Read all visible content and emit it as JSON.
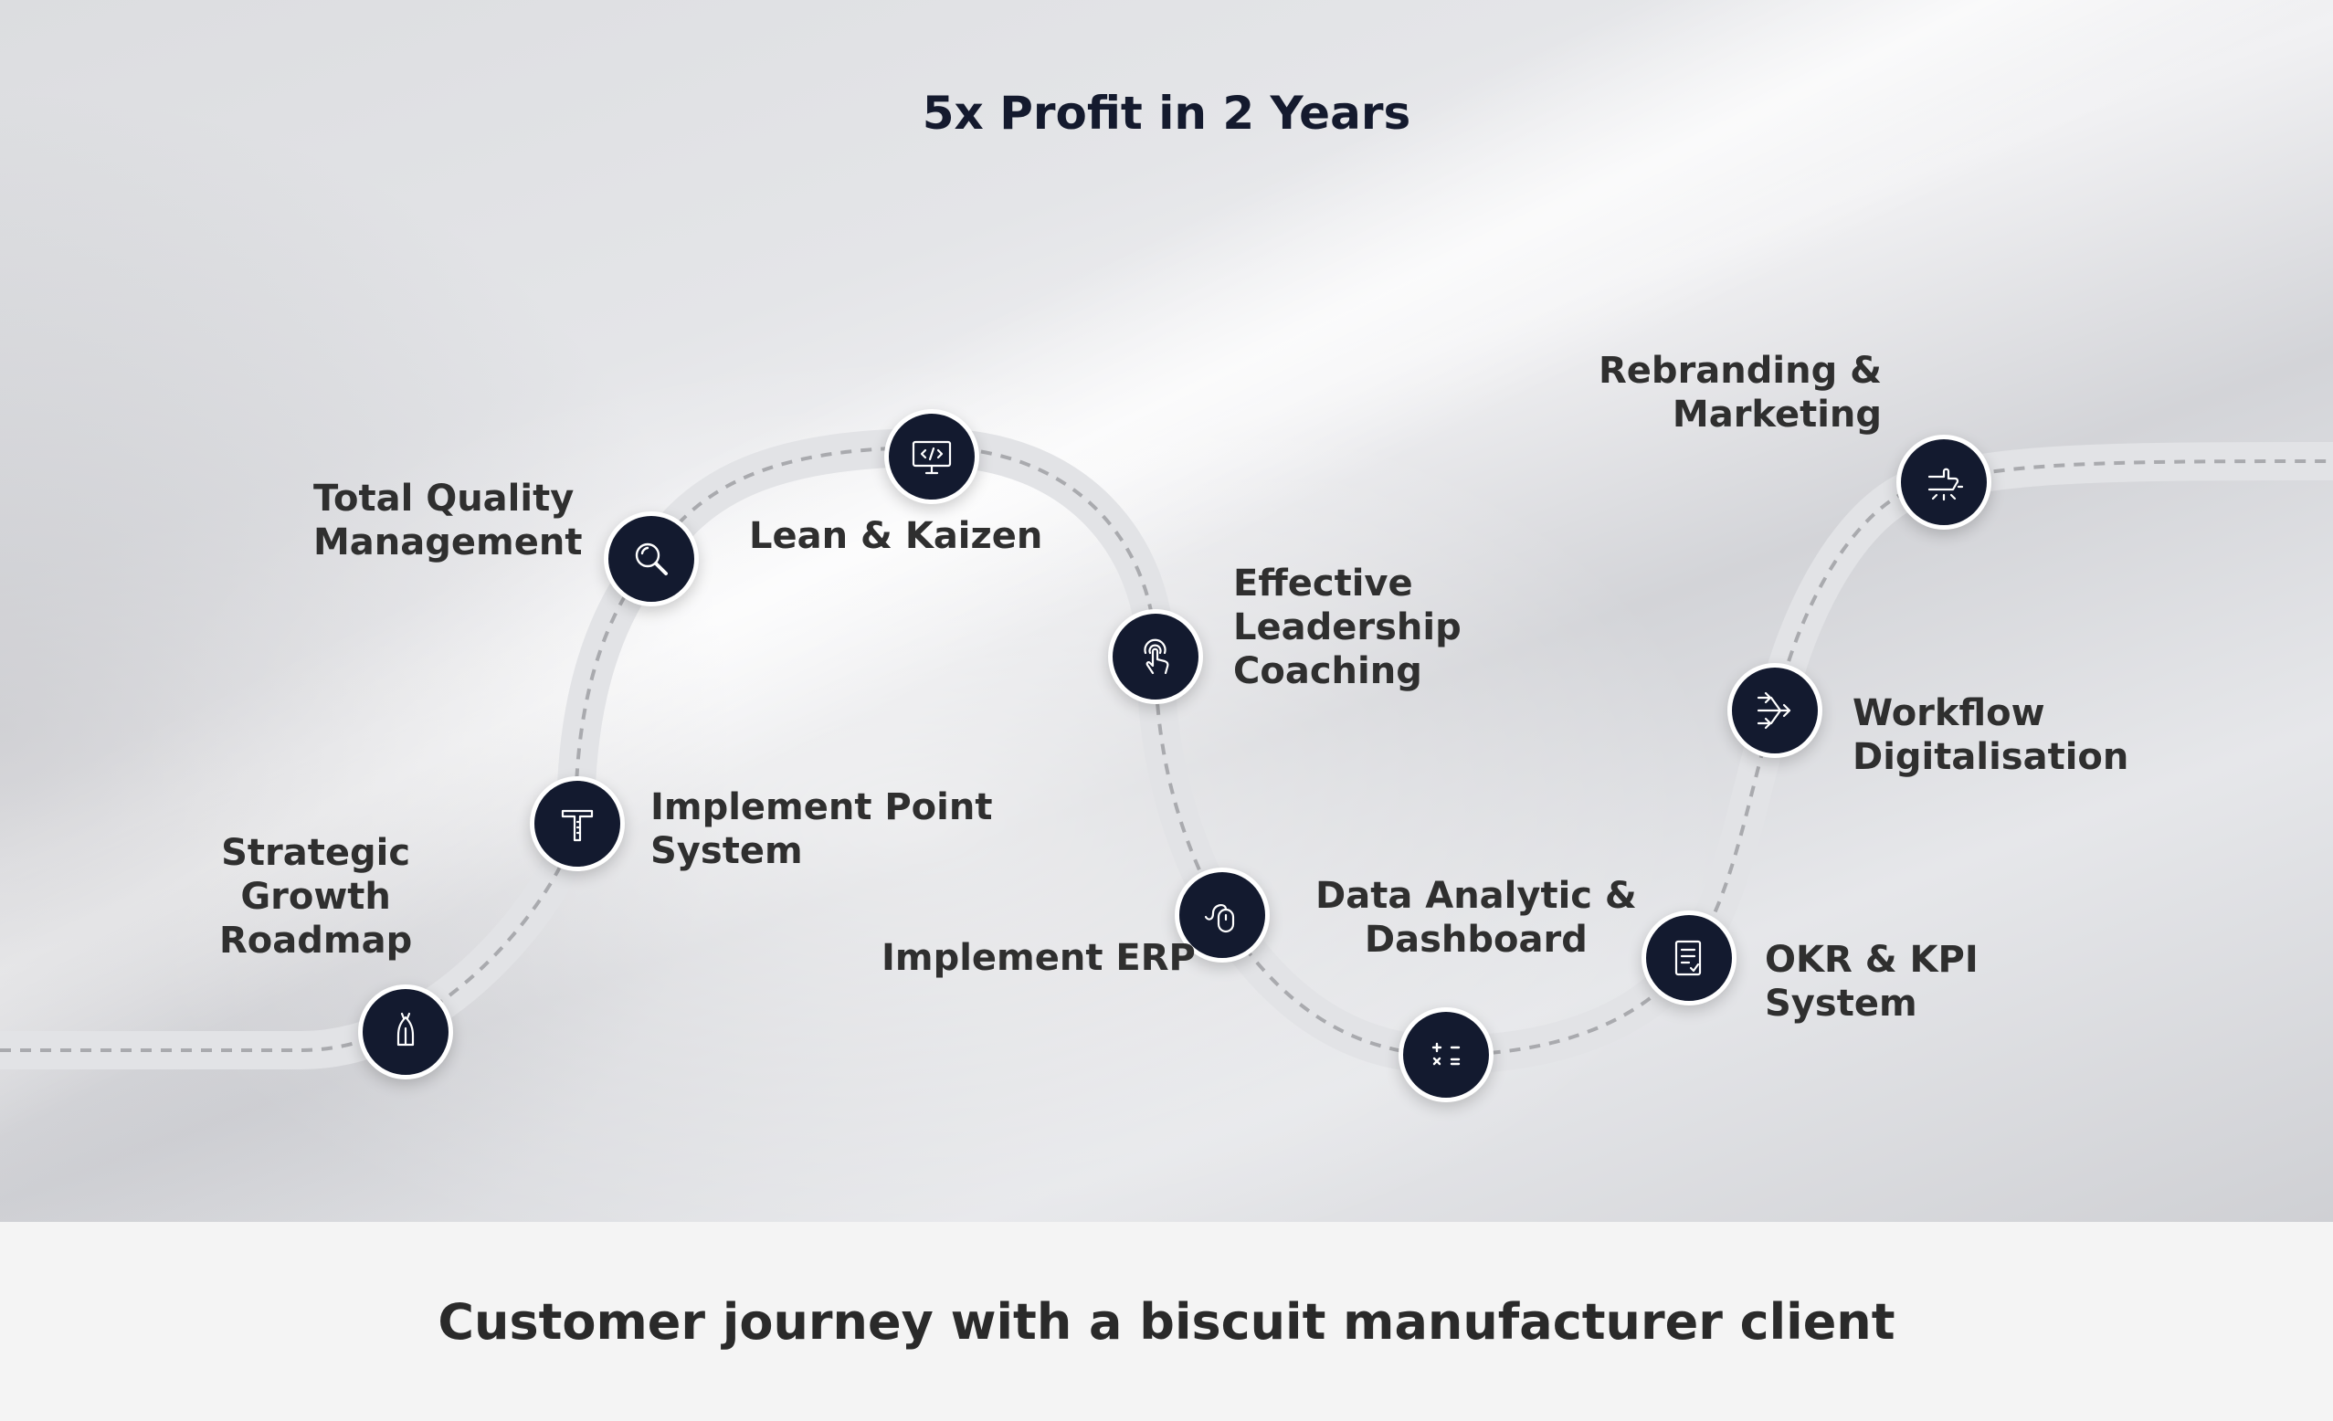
{
  "headline": "5x Profit in 2 Years",
  "footer": "Customer journey with a biscuit manufacturer client",
  "colors": {
    "node_fill": "#131a2f",
    "node_ring": "#ffffff",
    "text": "#2f2f2f",
    "headline": "#141a2e",
    "track": "#e2e3e6",
    "dash": "#a9aaae",
    "footer_bg": "#f4f4f4"
  },
  "steps": [
    {
      "id": "strategic-growth-roadmap",
      "icon": "rocket-icon",
      "lines": [
        "Strategic",
        "Growth",
        "Roadmap"
      ]
    },
    {
      "id": "implement-point-system",
      "icon": "ruler-icon",
      "lines": [
        "Implement Point",
        "System"
      ]
    },
    {
      "id": "total-quality-management",
      "icon": "magnifier-icon",
      "lines": [
        "Total Quality",
        "Management"
      ]
    },
    {
      "id": "lean-kaizen",
      "icon": "monitor-code-icon",
      "lines": [
        "Lean & Kaizen"
      ]
    },
    {
      "id": "effective-leadership-coaching",
      "icon": "touch-hand-icon",
      "lines": [
        "Effective",
        "Leadership",
        "Coaching"
      ]
    },
    {
      "id": "implement-erp",
      "icon": "mouse-icon",
      "lines": [
        "Implement ERP"
      ]
    },
    {
      "id": "data-analytic-dashboard",
      "icon": "calculator-symbols-icon",
      "lines": [
        "Data Analytic &",
        "Dashboard"
      ]
    },
    {
      "id": "okr-kpi-system",
      "icon": "checklist-icon",
      "lines": [
        "OKR & KPI",
        "System"
      ]
    },
    {
      "id": "workflow-digitalisation",
      "icon": "workflow-arrows-icon",
      "lines": [
        "Workflow",
        "Digitalisation"
      ]
    },
    {
      "id": "rebranding-marketing",
      "icon": "megaphone-hand-icon",
      "lines": [
        "Rebranding &",
        "Marketing"
      ]
    }
  ]
}
